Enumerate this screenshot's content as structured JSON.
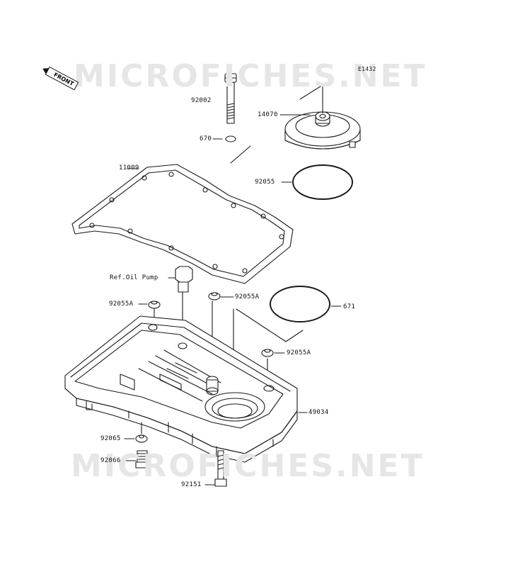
{
  "diagram_code": "E1432",
  "front_label": "FRONT",
  "watermark": "MICROFICHES.NET",
  "colors": {
    "line": "#1a1a1a",
    "watermark": "#e6e6e6",
    "background": "#ffffff"
  },
  "parts": [
    {
      "id": "92002",
      "label": "92002"
    },
    {
      "id": "670",
      "label": "670"
    },
    {
      "id": "14070",
      "label": "14070"
    },
    {
      "id": "11009",
      "label": "11009"
    },
    {
      "id": "92055",
      "label": "92055"
    },
    {
      "id": "ref-oil-pump",
      "label": "Ref.Oil Pump"
    },
    {
      "id": "92055A-1",
      "label": "92055A"
    },
    {
      "id": "92055A-2",
      "label": "92055A"
    },
    {
      "id": "671",
      "label": "671"
    },
    {
      "id": "92055A-3",
      "label": "92055A"
    },
    {
      "id": "49034",
      "label": "49034"
    },
    {
      "id": "92065",
      "label": "92065"
    },
    {
      "id": "92066",
      "label": "92066"
    },
    {
      "id": "92151",
      "label": "92151"
    }
  ]
}
